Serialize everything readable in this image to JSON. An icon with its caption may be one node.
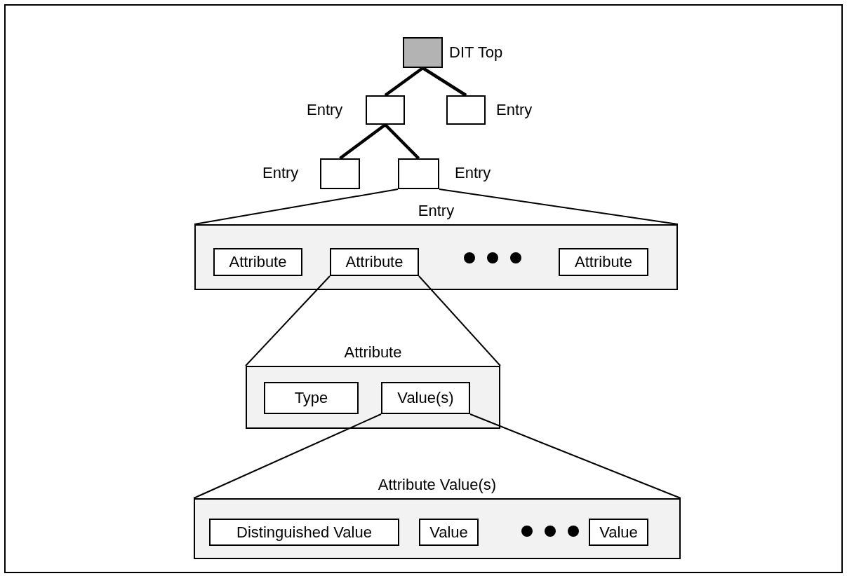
{
  "diagram": {
    "nodes": [
      {
        "text": [
          "DIT Top"
        ]
      },
      {
        "text": [
          "Entry"
        ]
      },
      {
        "text": [
          "Entry"
        ]
      },
      {
        "text": [
          "Entry"
        ]
      },
      {
        "text": [
          "Entry"
        ]
      },
      {
        "text": [
          "Entry"
        ]
      },
      {
        "text": [
          "Attribute"
        ],
        "in": 5
      },
      {
        "text": [
          "Attribute"
        ],
        "in": 5
      },
      {
        "text": [
          "Attribute"
        ],
        "in": 5
      },
      {
        "text": [
          "Attribute"
        ]
      },
      {
        "text": [
          "Type"
        ],
        "in": 9
      },
      {
        "text": [
          "Value(s)"
        ],
        "in": 9
      },
      {
        "text": [
          "Attribute Value(s)"
        ]
      },
      {
        "text": [
          "Distinguished Value"
        ],
        "in": 12
      },
      {
        "text": [
          "Value"
        ],
        "in": 12
      },
      {
        "text": [
          "Value"
        ],
        "in": 12
      }
    ],
    "edges": [
      {
        "from": 0,
        "to": 1,
        "arrow": "none",
        "style": "thick"
      },
      {
        "from": 0,
        "to": 2,
        "arrow": "none",
        "style": "thick"
      },
      {
        "from": 1,
        "to": 3,
        "arrow": "none",
        "style": "thick"
      },
      {
        "from": 1,
        "to": 4,
        "arrow": "none",
        "style": "thick"
      },
      {
        "from": 4,
        "to": 5,
        "arrow": "none"
      },
      {
        "from": 4,
        "to": 5,
        "arrow": "none"
      },
      {
        "from": 7,
        "to": 9,
        "arrow": "none"
      },
      {
        "from": 7,
        "to": 9,
        "arrow": "none"
      },
      {
        "from": 11,
        "to": 12,
        "arrow": "none"
      },
      {
        "from": 11,
        "to": 12,
        "arrow": "none"
      }
    ]
  }
}
